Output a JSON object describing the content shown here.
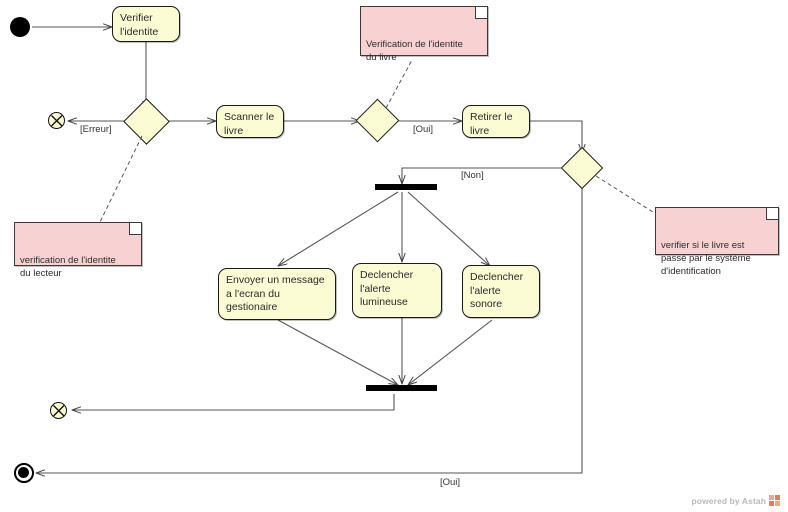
{
  "diagram": {
    "type": "uml-activity-diagram",
    "colors": {
      "action_fill": "#fbfbd4",
      "note_fill": "#f8d2d2",
      "node_stroke": "#1a1a1a",
      "edge_stroke": "#555555",
      "watermark": "#b9b9b9"
    },
    "nodes": {
      "initial": {
        "name": "initial-node"
      },
      "action_verifier_identite": {
        "label": "Verifier\nl'identite"
      },
      "decision_identite": {
        "name": "decision-identite"
      },
      "flow_final_erreur": {
        "name": "flow-final-erreur"
      },
      "action_scanner_livre": {
        "label": "Scanner le\nlivre"
      },
      "decision_livre": {
        "name": "decision-livre"
      },
      "action_retirer_livre": {
        "label": "Retirer le\nlivre"
      },
      "decision_identification": {
        "name": "decision-identification"
      },
      "fork": {
        "name": "fork-bar"
      },
      "action_envoyer_message": {
        "label": "Envoyer un message\na l'ecran du\ngestionaire"
      },
      "action_alerte_lumineuse": {
        "label": "Declencher\nl'alerte\nlumineuse"
      },
      "action_alerte_sonore": {
        "label": "Declencher\nl'alerte\nsonore"
      },
      "join": {
        "name": "join-bar"
      },
      "flow_final_alerte": {
        "name": "flow-final-alerte"
      },
      "final": {
        "name": "activity-final-node"
      }
    },
    "guards": {
      "erreur": "[Erreur]",
      "oui_livre": "[Oui]",
      "non_identification": "[Non]",
      "oui_identification": "[Oui]"
    },
    "notes": {
      "note_identite_lecteur": "verification de l'identite\ndu lecteur",
      "note_identite_livre": "Verification de l'identite\ndu livre",
      "note_systeme_identification": "verifier si le livre est\npassé par le système\nd'identification"
    },
    "watermark": {
      "text": "powered by Astah"
    }
  }
}
